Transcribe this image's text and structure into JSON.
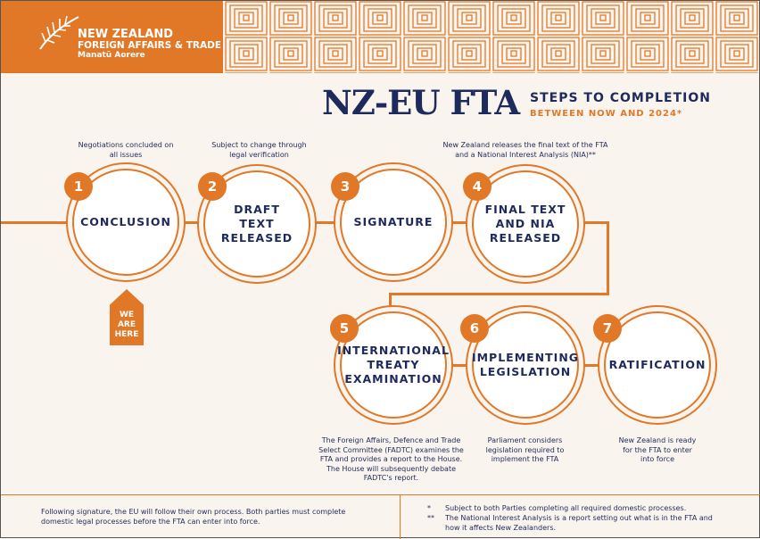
{
  "brand": {
    "line1": "NEW ZEALAND",
    "line2": "FOREIGN AFFAIRS & TRADE",
    "line3": "Manatū Aorere"
  },
  "header": {
    "title": "NZ-EU FTA",
    "subtitle": "STEPS TO COMPLETION",
    "subtitle2": "BETWEEN NOW AND 2024*"
  },
  "steps": [
    {
      "number": "1",
      "label": "CONCLUSION",
      "note": "Negotiations concluded on all issues"
    },
    {
      "number": "2",
      "label": "DRAFT TEXT RELEASED",
      "note": "Subject to change through legal verification"
    },
    {
      "number": "3",
      "label": "SIGNATURE",
      "note": ""
    },
    {
      "number": "4",
      "label": "FINAL TEXT AND NIA RELEASED",
      "note": "New Zealand releases the final text of the FTA and a National Interest Analysis (NIA)**"
    },
    {
      "number": "5",
      "label": "INTERNATIONAL TREATY EXAMINATION",
      "note": "The Foreign Affairs, Defence and Trade Select Committee (FADTC) examines the FTA and provides a report to the House. The House will subsequently debate FADTC's report."
    },
    {
      "number": "6",
      "label": "IMPLEMENTING LEGISLATION",
      "note": "Parliament considers legislation required to implement the FTA"
    },
    {
      "number": "7",
      "label": "RATIFICATION",
      "note": "New Zealand is ready for the FTA to enter into force"
    }
  ],
  "marker": {
    "label": "WE ARE HERE"
  },
  "footer": {
    "left": "Following signature, the EU will follow their own process. Both parties must complete domestic legal processes before the FTA can enter into force.",
    "footnotes": [
      {
        "mark": "*",
        "text": "Subject to both Parties completing all required domestic processes."
      },
      {
        "mark": "**",
        "text": "The National Interest Analysis is a report setting out what is in the FTA and how it affects New Zealanders."
      }
    ]
  },
  "colors": {
    "orange": "#e07828",
    "navy": "#1f2a5c",
    "background": "#faf4ee"
  }
}
